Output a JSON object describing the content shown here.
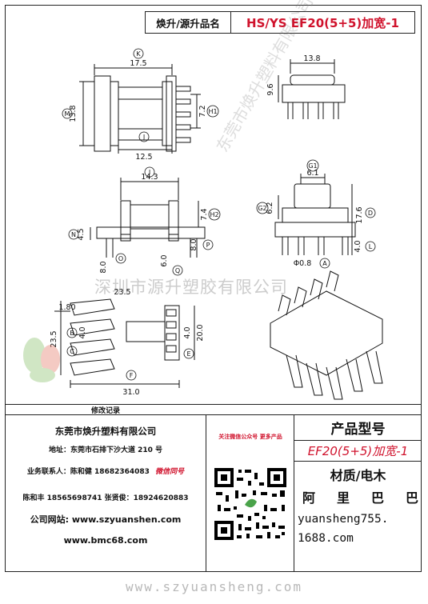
{
  "header": {
    "label": "焕升/源升品名",
    "title": "HS/YS EF20(5+5)加宽-1"
  },
  "dims": {
    "K": "17.5",
    "M": "13.8",
    "H1": "7.2",
    "J": "12.5",
    "top_w": "13.8",
    "top_h": "9.6",
    "I": "14.3",
    "H2": "7.4",
    "N": "4.5",
    "O": "8.0",
    "P": "8.0",
    "Q": "6.0",
    "G1": "6.1",
    "G2": "6.2",
    "D": "17.6",
    "L": "4.0",
    "A": "Φ0.8",
    "B": "23.5",
    "C": "1.80",
    "F": "31.0",
    "E": "20.0",
    "Rb": "4.0",
    "Rb2": "4.0",
    "B_outer": "23.5"
  },
  "circles": {
    "K": "K",
    "M": "M",
    "H1": "H1",
    "J": "J",
    "I": "I",
    "H2": "H2",
    "N": "N",
    "O": "O",
    "P": "P",
    "Q": "Q",
    "G1": "G1",
    "G2": "G2",
    "D": "D",
    "L": "L",
    "A": "A",
    "B": "B",
    "C": "C",
    "F": "F",
    "E": "E"
  },
  "watermark": "深圳市源升塑胶有限公司",
  "watermark2": "东莞市焕升塑料有限公司",
  "revision": {
    "label": "修改记录"
  },
  "company": {
    "name": "东莞市焕升塑料有限公司",
    "address": "地址：东莞市石排下沙大道 210 号",
    "contact1": "业务联系人：陈和健 18682364083",
    "wechat": "微信同号",
    "contact2": "陈和丰 18565698741 张贤俊：18924620883",
    "website_label": "公司网站: www.szyuanshen.com",
    "website2": "www.bmc68.com"
  },
  "promo": "关注微信公众号 更多产品",
  "product": {
    "title": "产品型号",
    "model": "EF20(5+5)加宽-1",
    "material": "材质/电木",
    "vendor": [
      "阿",
      "里",
      "巴",
      "巴"
    ],
    "shop1": "yuansheng755.",
    "shop2": "1688.com"
  },
  "footer": "www.szyuansheng.com",
  "colors": {
    "accent": "#d0122c",
    "line": "#222222"
  }
}
